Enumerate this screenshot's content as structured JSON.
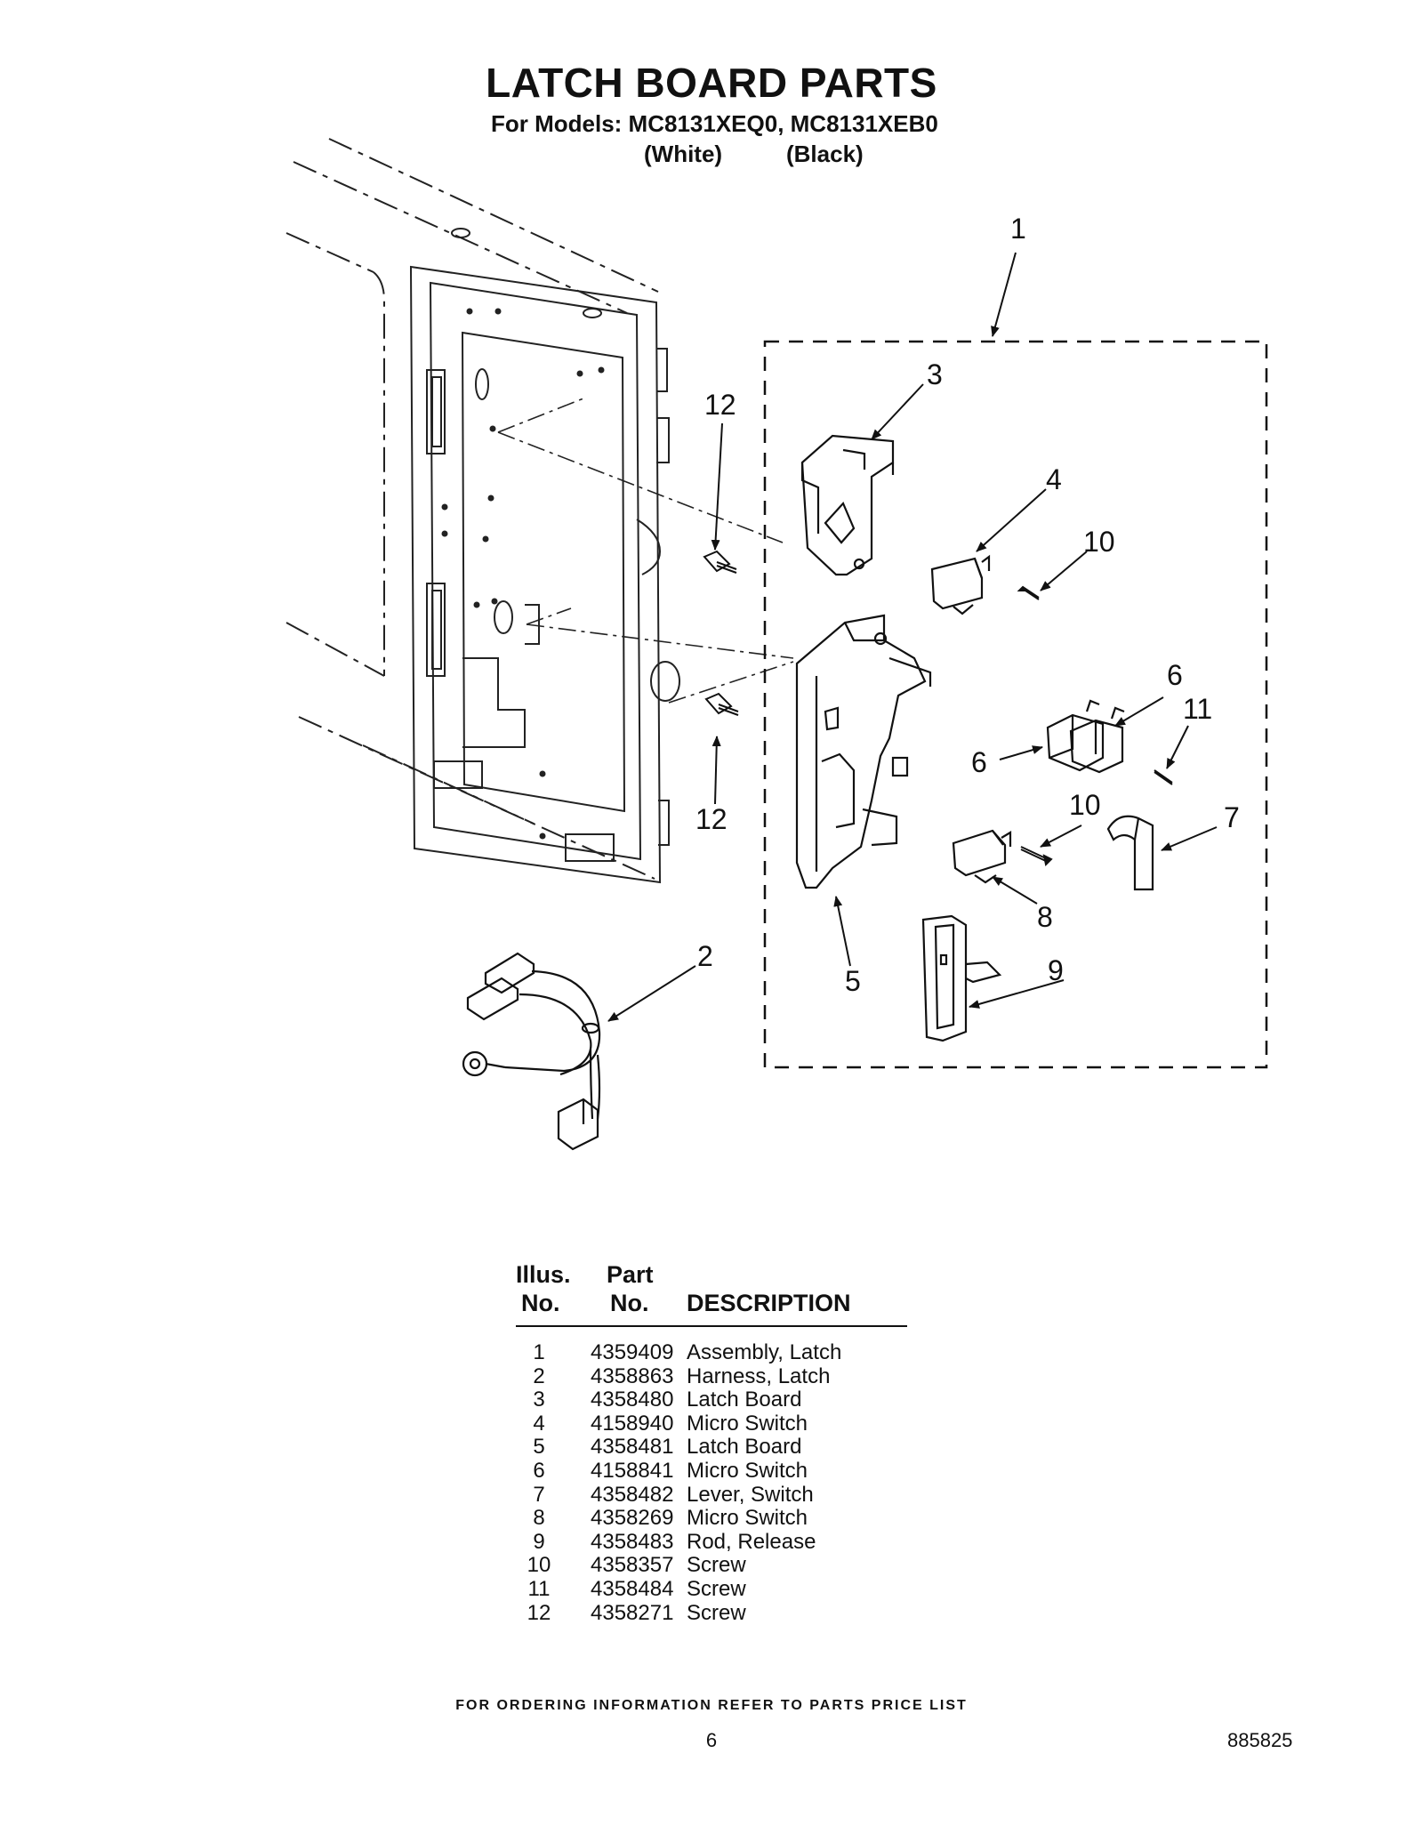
{
  "header": {
    "title": "LATCH BOARD PARTS",
    "models_line": "For Models: MC8131XEQ0, MC8131XEB0",
    "variant_white": "(White)",
    "variant_black": "(Black)"
  },
  "diagram": {
    "callouts": [
      "1",
      "2",
      "3",
      "4",
      "5",
      "6",
      "6",
      "7",
      "8",
      "9",
      "10",
      "10",
      "11",
      "12",
      "12"
    ]
  },
  "table": {
    "header": {
      "illus_line1": "Illus.",
      "illus_line2": "No.",
      "part_line1": "Part",
      "part_line2": "No.",
      "description": "DESCRIPTION"
    },
    "rows": [
      {
        "no": "1",
        "part": "4359409",
        "desc": "Assembly, Latch"
      },
      {
        "no": "2",
        "part": "4358863",
        "desc": "Harness, Latch"
      },
      {
        "no": "3",
        "part": "4358480",
        "desc": "Latch Board"
      },
      {
        "no": "4",
        "part": "4158940",
        "desc": "Micro Switch"
      },
      {
        "no": "5",
        "part": "4358481",
        "desc": "Latch Board"
      },
      {
        "no": "6",
        "part": "4158841",
        "desc": "Micro Switch"
      },
      {
        "no": "7",
        "part": "4358482",
        "desc": "Lever, Switch"
      },
      {
        "no": "8",
        "part": "4358269",
        "desc": "Micro Switch"
      },
      {
        "no": "9",
        "part": "4358483",
        "desc": "Rod, Release"
      },
      {
        "no": "10",
        "part": "4358357",
        "desc": "Screw"
      },
      {
        "no": "11",
        "part": "4358484",
        "desc": "Screw"
      },
      {
        "no": "12",
        "part": "4358271",
        "desc": "Screw"
      }
    ]
  },
  "footer": {
    "note": "FOR ORDERING INFORMATION REFER TO PARTS PRICE LIST",
    "page_number": "6",
    "doc_number": "885825"
  }
}
